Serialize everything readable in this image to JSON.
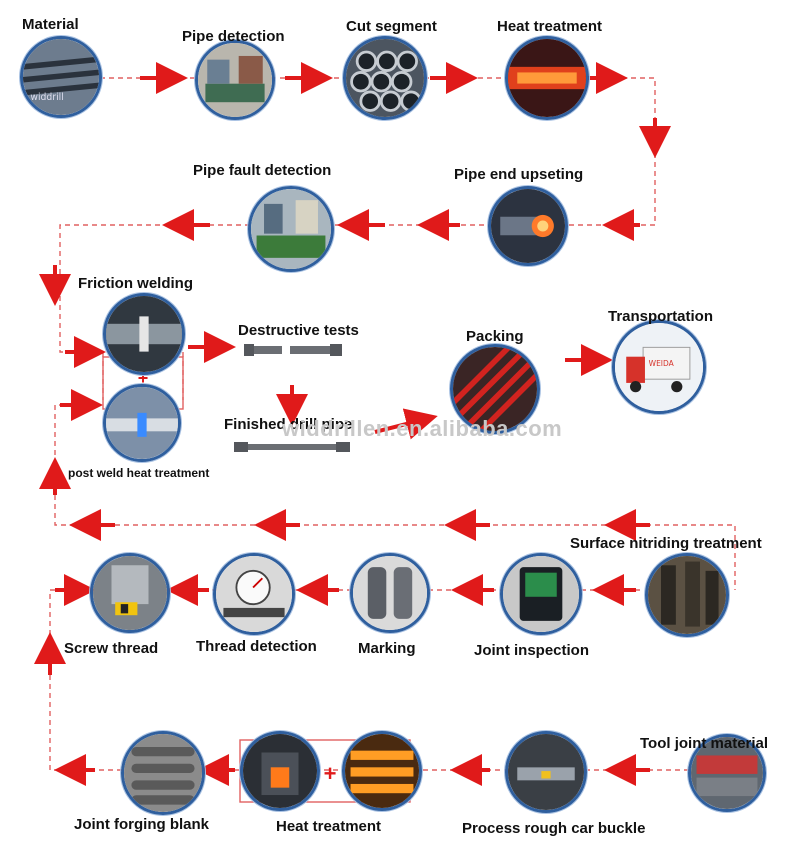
{
  "steps": {
    "material": "Material",
    "pipe_detection": "Pipe detection",
    "cut_segment": "Cut segment",
    "heat_treatment_top": "Heat treatment",
    "pipe_fault_detection": "Pipe fault detection",
    "pipe_end_upseting": "Pipe end upseting",
    "friction_welding": "Friction welding",
    "destructive_tests": "Destructive tests",
    "packing": "Packing",
    "transportation": "Transportation",
    "finished_drill_pipe": "Finished drill pipe",
    "post_weld_heat_treatment": "post weld heat treatment",
    "surface_nitriding_treatment": "Surface nitriding treatment",
    "screw_thread": "Screw thread",
    "thread_detection": "Thread detection",
    "marking": "Marking",
    "joint_inspection": "Joint inspection",
    "joint_forging_blank": "Joint forging blank",
    "heat_treatment_bottom": "Heat treatment",
    "process_rough_car_buckle": "Process rough car buckle",
    "tool_joint_material": "Tool joint material"
  },
  "watermark": "widdrillen.en.alibaba.com",
  "colors": {
    "arrow": "#e01a1a",
    "dash": "#e06060",
    "ring": "#2f5f9e"
  }
}
